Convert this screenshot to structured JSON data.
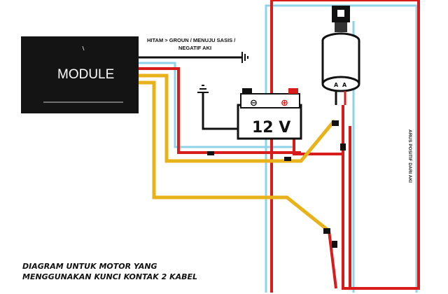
{
  "module": {
    "label": "MODULE"
  },
  "ground_note": {
    "line1": "HITAM > GROUN / MENUJU SASIS /",
    "line2": "NEGATIF AKI"
  },
  "battery": {
    "label": "12 V",
    "minus": "⊖",
    "plus": "⊕"
  },
  "ignition": {
    "pin_left": "A",
    "pin_right": "A"
  },
  "side_note": "ARUS POSITIF DARI AKI",
  "caption": {
    "line1": "DIAGRAM UNTUK MOTOR YANG",
    "line2": "MENGGUNAKAN KUNCI KONTAK 2 KABEL"
  },
  "colors": {
    "red": "#d81b1b",
    "yellow": "#e8b21a",
    "cyan": "#8fd3e8",
    "black": "#111111",
    "module": "#141414"
  }
}
